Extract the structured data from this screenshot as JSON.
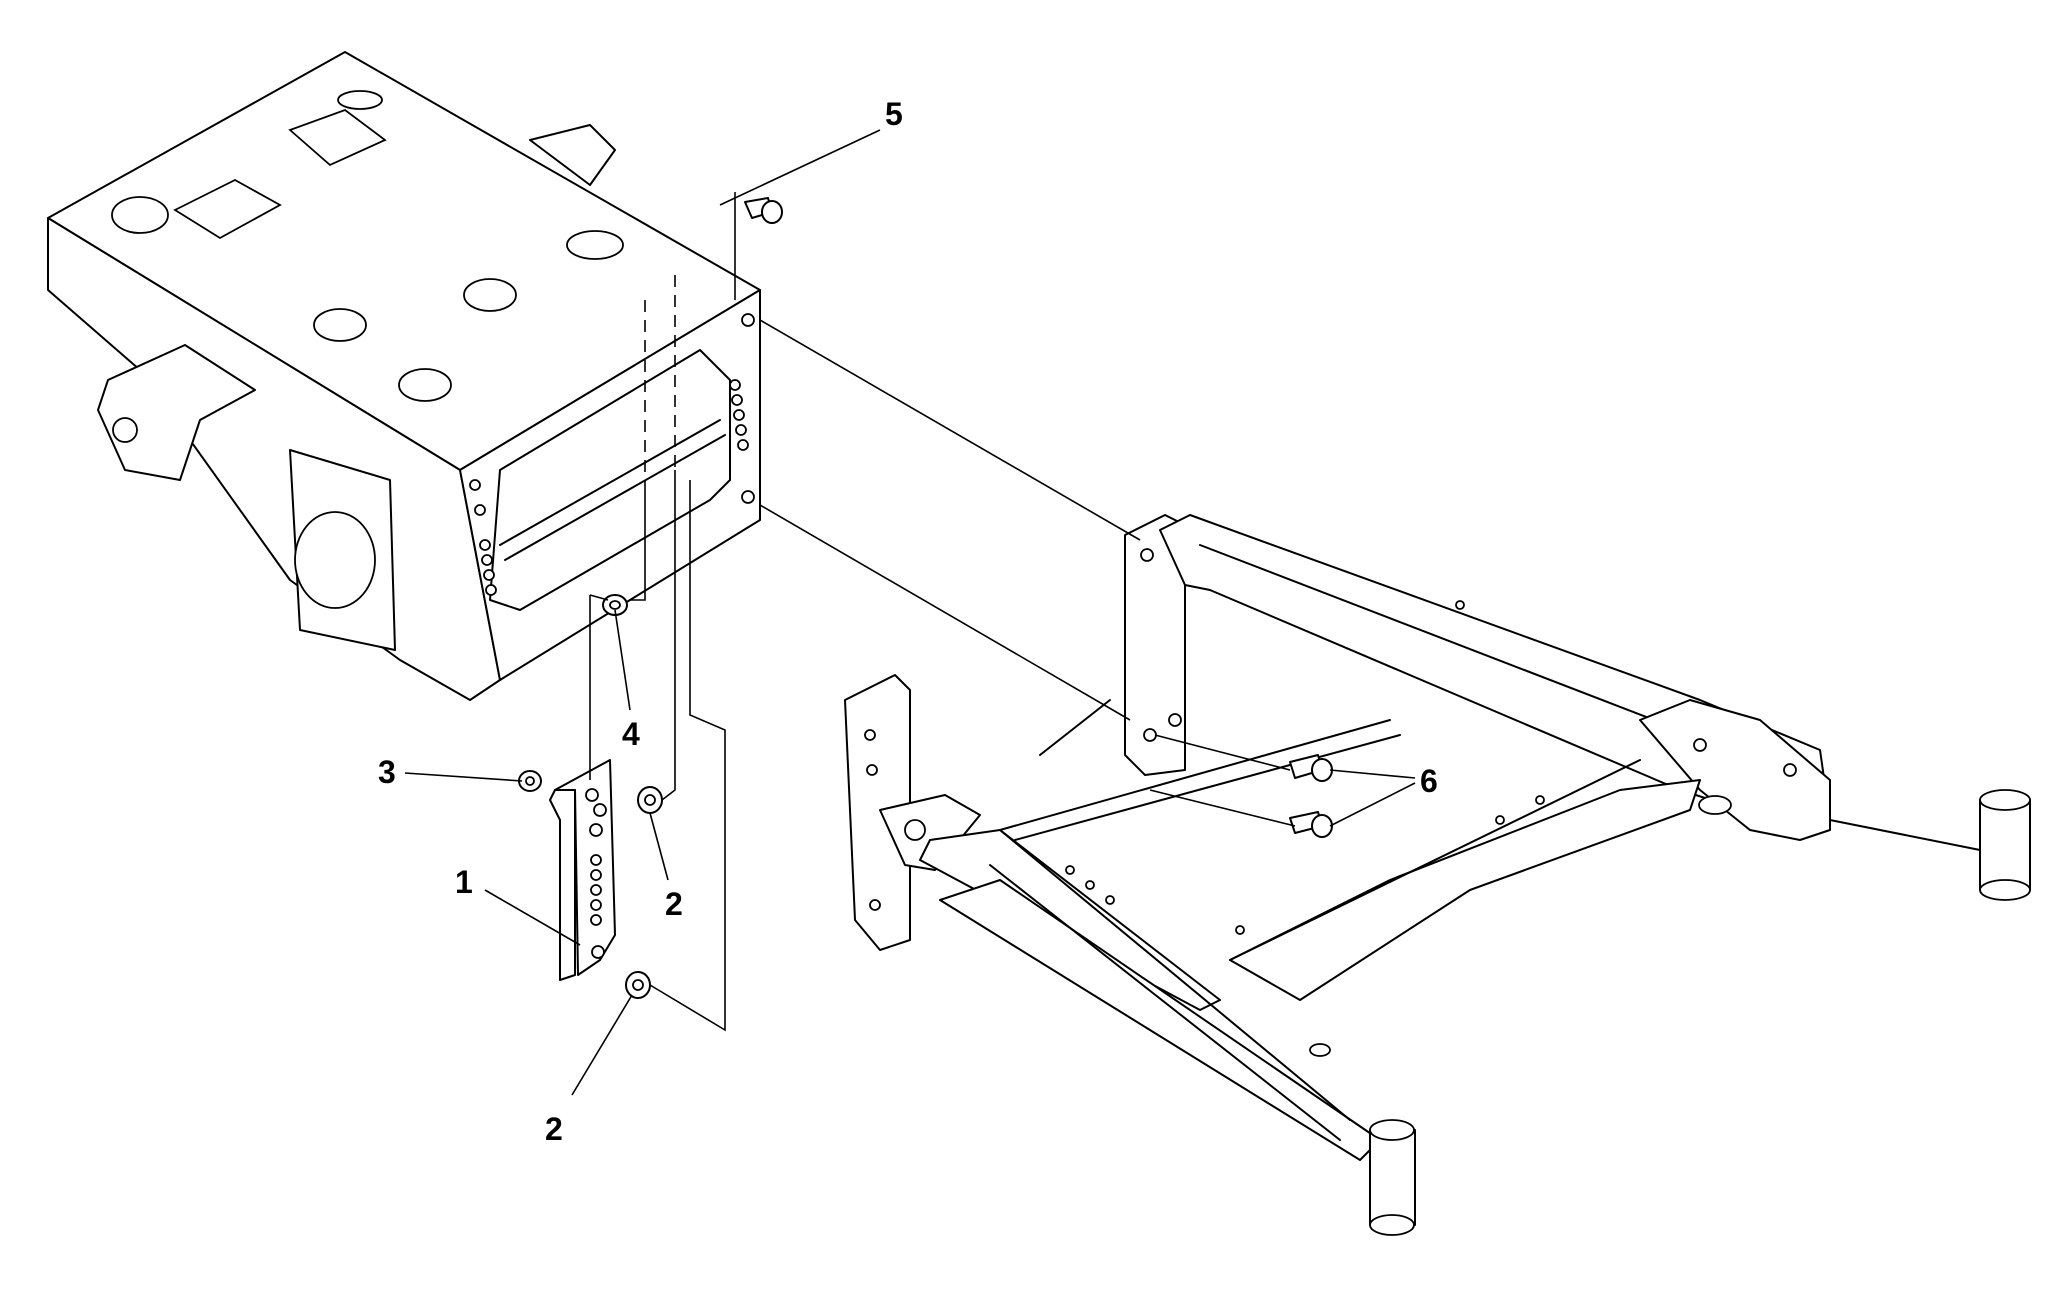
{
  "callouts": [
    {
      "id": "callout-1",
      "label": "1"
    },
    {
      "id": "callout-2a",
      "label": "2"
    },
    {
      "id": "callout-2b",
      "label": "2"
    },
    {
      "id": "callout-3",
      "label": "3"
    },
    {
      "id": "callout-4",
      "label": "4"
    },
    {
      "id": "callout-5",
      "label": "5"
    },
    {
      "id": "callout-6",
      "label": "6"
    }
  ]
}
